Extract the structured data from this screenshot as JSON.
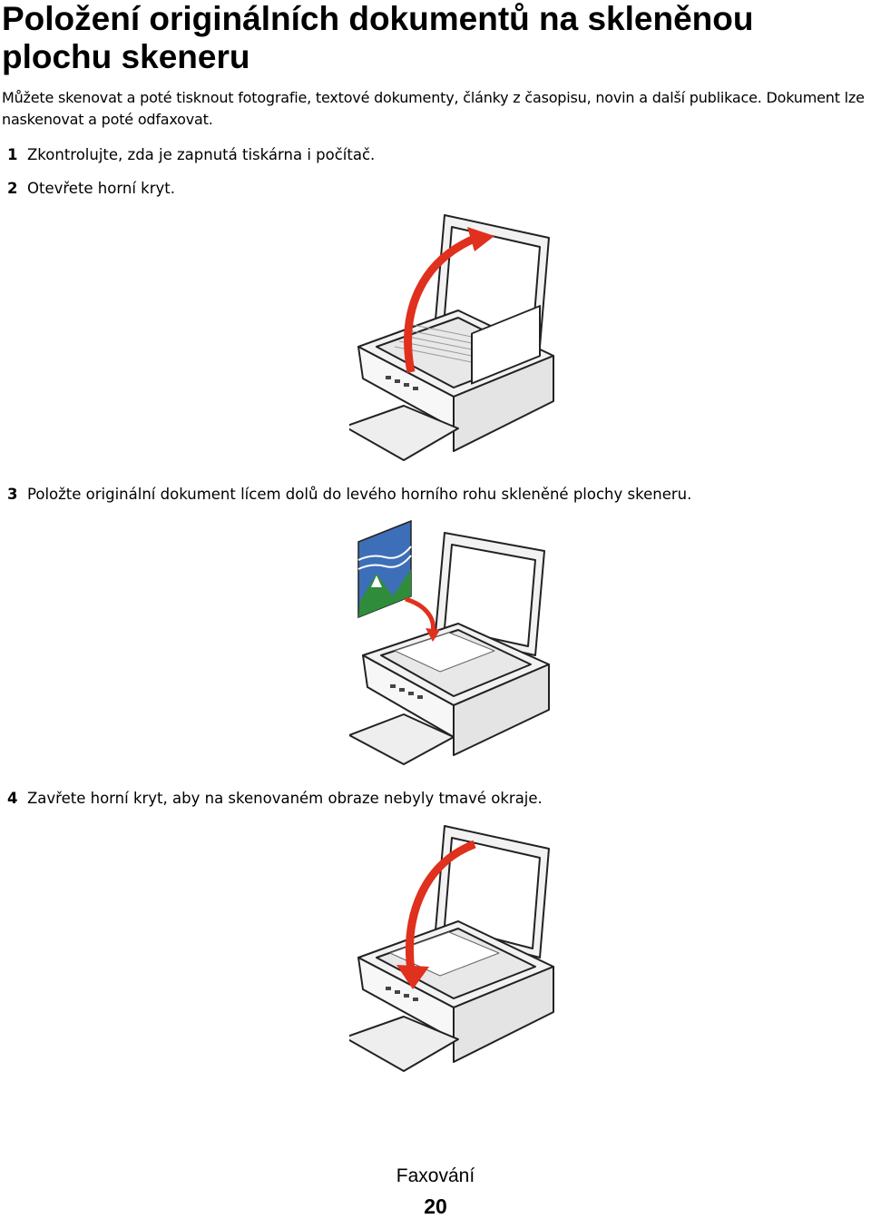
{
  "page": {
    "title": "Položení originálních dokumentů na skleněnou plochu skeneru",
    "intro": "Můžete skenovat a poté tisknout fotografie, textové dokumenty, články z časopisu, novin a další publikace. Dokument lze naskenovat a poté odfaxovat."
  },
  "steps": [
    {
      "num": "1",
      "text": "Zkontrolujte, zda je zapnutá tiskárna i počítač."
    },
    {
      "num": "2",
      "text": "Otevřete horní kryt."
    },
    {
      "num": "3",
      "text": "Položte originální dokument lícem dolů do levého horního rohu skleněné plochy skeneru."
    },
    {
      "num": "4",
      "text": "Zavřete horní kryt, aby na skenovaném obraze nebyly tmavé okraje."
    }
  ],
  "footer": {
    "section": "Faxování",
    "page_number": "20"
  },
  "colors": {
    "arrow": "#e0301e",
    "printer_outline": "#222222",
    "printer_fill": "#f2f2f2"
  }
}
